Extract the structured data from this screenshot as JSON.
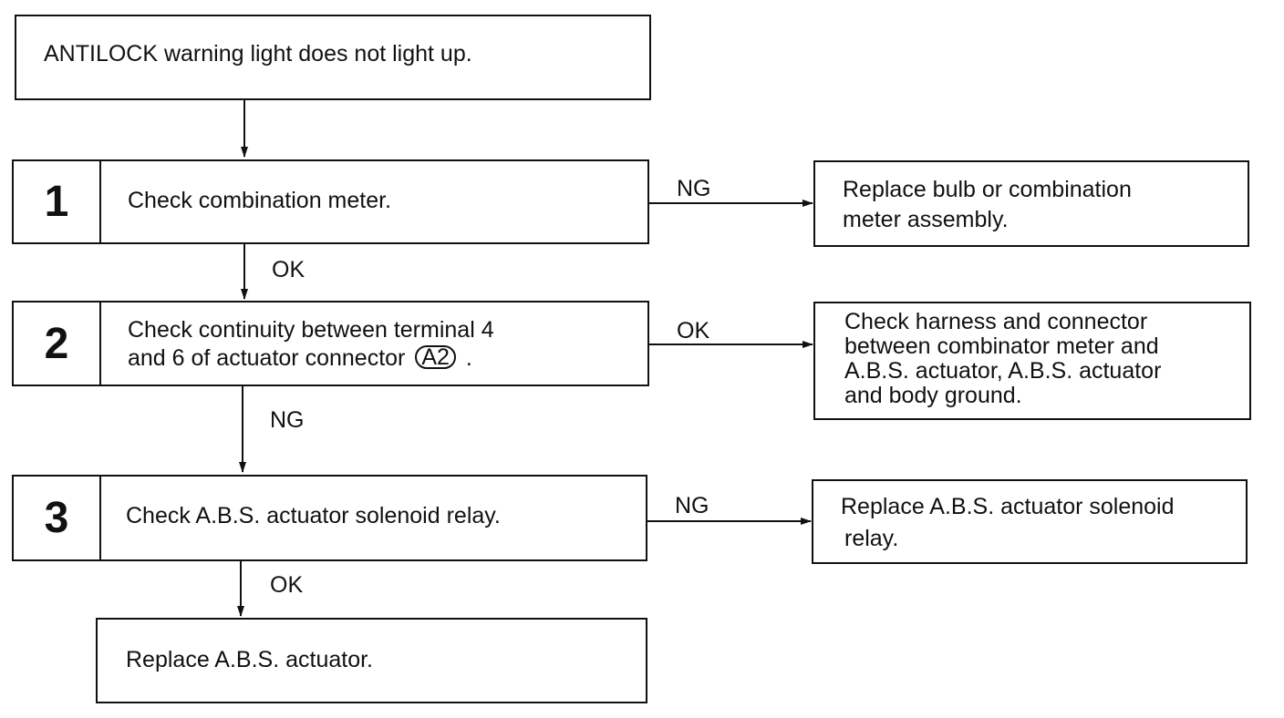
{
  "start": {
    "text": "ANTILOCK warning light does not light up."
  },
  "steps": [
    {
      "number": "1",
      "text_lines": [
        "Check combination meter."
      ],
      "branch_label": "NG",
      "down_label": "OK",
      "result_lines": [
        "Replace bulb or combination",
        "meter assembly."
      ]
    },
    {
      "number": "2",
      "text_lines": [
        "Check continuity between terminal 4",
        "and 6 of actuator connector"
      ],
      "connector_badge": "A2",
      "line_end": ".",
      "branch_label": "OK",
      "down_label": "NG",
      "result_lines": [
        "Check harness and connector",
        "between combinator meter and",
        "A.B.S. actuator, A.B.S. actuator",
        "and body ground."
      ]
    },
    {
      "number": "3",
      "text_lines": [
        "Check A.B.S. actuator solenoid relay."
      ],
      "branch_label": "NG",
      "down_label": "OK",
      "result_lines": [
        "Replace A.B.S. actuator solenoid",
        "relay."
      ]
    }
  ],
  "end": {
    "text": "Replace A.B.S. actuator."
  }
}
